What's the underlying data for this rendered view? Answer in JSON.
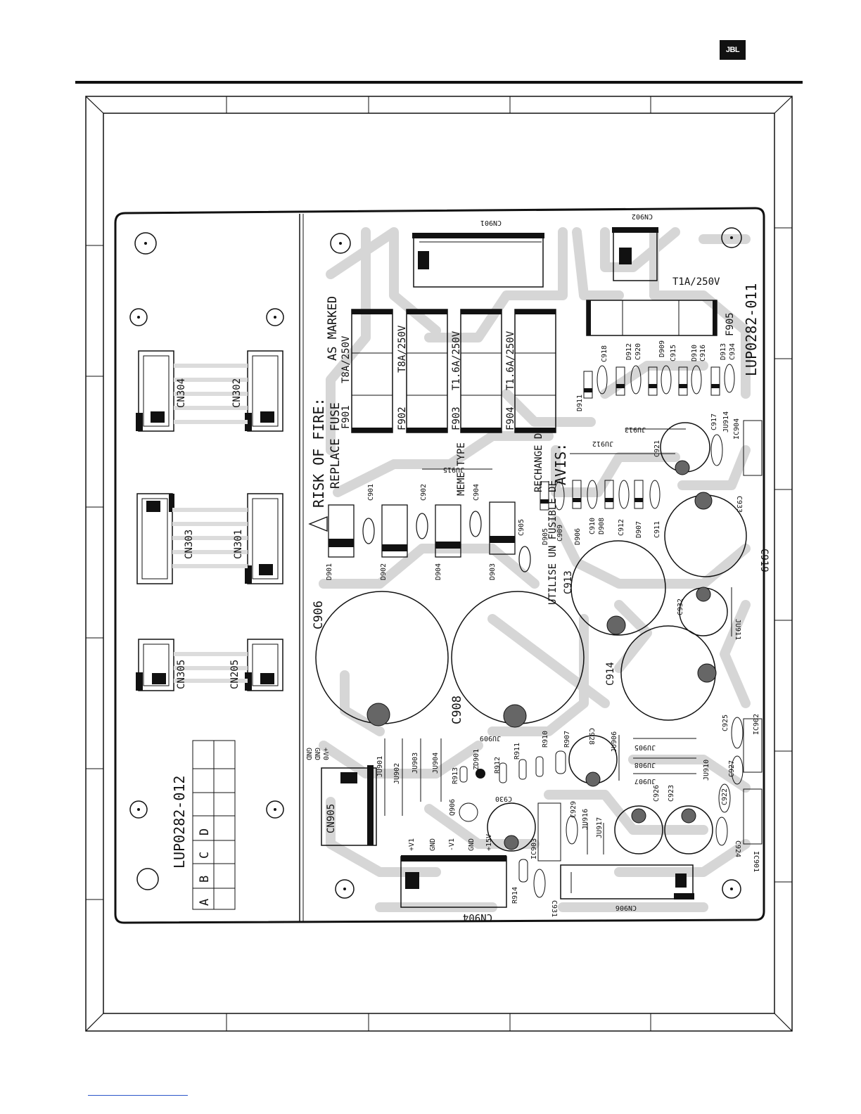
{
  "header": {
    "logo_text": "JBL"
  },
  "board": {
    "left_board_id": "LUP0282-012",
    "right_board_id": "LUP0282-011",
    "revision_table": [
      "A",
      "B",
      "C",
      "D"
    ],
    "warning": {
      "line1": "RISK OF FIRE:",
      "line2": "REPLACE FUSE",
      "line3": "AS MARKED",
      "fr_line1": "AVIS:",
      "fr_line2": "RECHANGE DE",
      "fr_line3": "UTILISE UN FUSIBLE DE",
      "fr_line4": "MEME TYPE"
    },
    "fuses": [
      {
        "ref": "F901",
        "rating": "T8A/250V"
      },
      {
        "ref": "F902",
        "rating": "T8A/250V"
      },
      {
        "ref": "F903",
        "rating": "T1.6A/250V"
      },
      {
        "ref": "F904",
        "rating": "T1.6A/250V"
      },
      {
        "ref": "F905",
        "rating": "T1A/250V"
      }
    ],
    "connectors_left": [
      "CN304",
      "CN302",
      "CN303",
      "CN301",
      "CN305",
      "CN205"
    ],
    "connectors_right": [
      "CN901",
      "CN902",
      "CN904",
      "CN905",
      "CN906"
    ],
    "ics": [
      "IC901",
      "IC902",
      "IC903",
      "IC904"
    ],
    "big_caps": [
      "C906",
      "C908",
      "C913",
      "C914",
      "C919",
      "C921",
      "C926",
      "C923",
      "C928",
      "C930",
      "C932",
      "C933"
    ],
    "small_caps": [
      "C901",
      "C902",
      "C904",
      "C905",
      "C909",
      "C910",
      "C911",
      "C912",
      "C915",
      "C916",
      "C917",
      "C918",
      "C920",
      "C922",
      "C924",
      "C925",
      "C927",
      "C929",
      "C931",
      "C934"
    ],
    "diodes": [
      "D901",
      "D902",
      "D903",
      "D904",
      "D905",
      "D906",
      "D907",
      "D908",
      "D909",
      "D910",
      "D911",
      "D912",
      "D913",
      "ZD901"
    ],
    "resistors": [
      "R907",
      "R910",
      "R911",
      "R912",
      "R913",
      "R914"
    ],
    "jumpers": [
      "JU901",
      "JU902",
      "JU903",
      "JU904",
      "JU905",
      "JU906",
      "JU907",
      "JU908",
      "JU909",
      "JU910",
      "JU911",
      "JU912",
      "JU913",
      "JU914",
      "JU915",
      "JU916",
      "JU917"
    ],
    "transistor": "Q906",
    "cn904_pins": [
      "+V1",
      "GND",
      "-V1",
      "GND",
      "+15V"
    ],
    "cn905_pins": [
      "+V0",
      "GND",
      "GND"
    ]
  }
}
